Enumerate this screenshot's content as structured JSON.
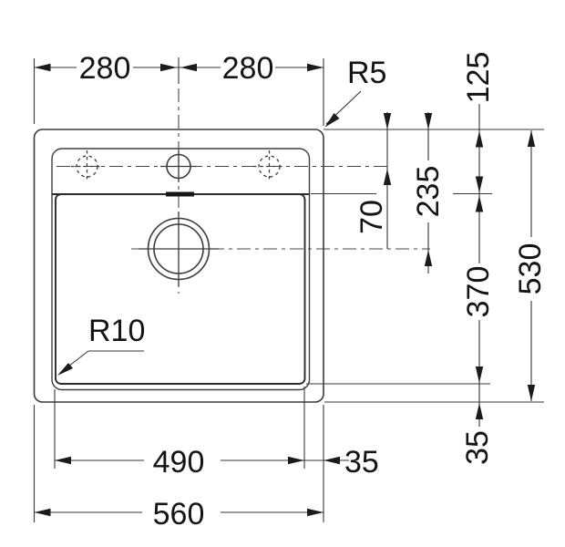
{
  "drawing": {
    "title": "sink-installation-dimension-drawing",
    "colors": {
      "background": "#ffffff",
      "line": "#3b3b3b",
      "text": "#141414"
    },
    "dims": {
      "top_width_left": "280",
      "top_width_right": "280",
      "rim_corner_radius": "R5",
      "edge_to_bowl_top": "125",
      "edge_to_faucet_axis": "70",
      "edge_to_drain_axis": "235",
      "overall_depth": "530",
      "bowl_depth": "370",
      "bowl_corner_radius": "R10",
      "bowl_width": "490",
      "bowl_side_offset": "35",
      "bowl_bottom_offset": "35",
      "overall_width": "560"
    }
  }
}
